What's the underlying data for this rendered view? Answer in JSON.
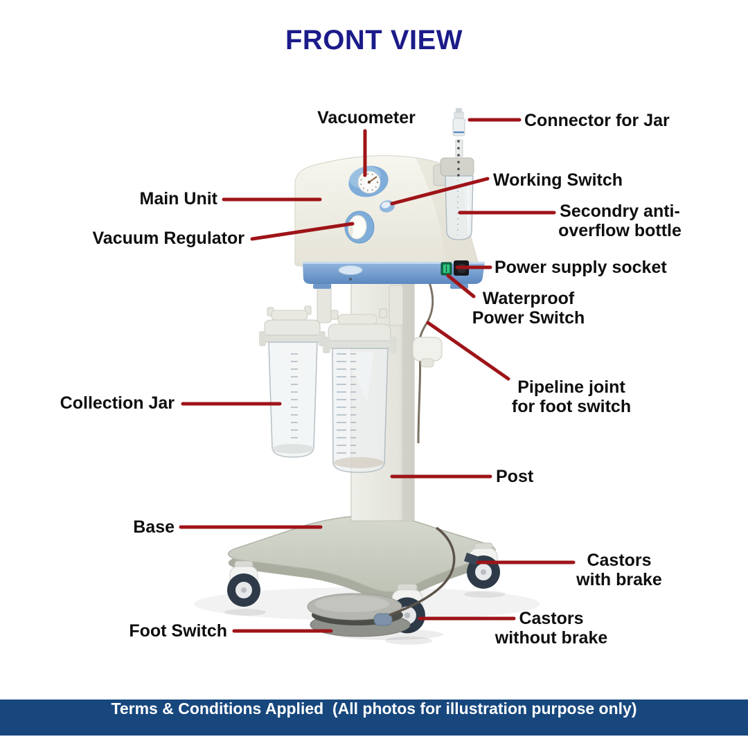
{
  "title": "FRONT VIEW",
  "labels": {
    "vacuometer": {
      "text": "Vacuometer"
    },
    "connector_for_jar": {
      "text": "Connector for Jar"
    },
    "working_switch": {
      "text": "Working Switch"
    },
    "main_unit": {
      "text": "Main Unit"
    },
    "vacuum_regulator": {
      "text": "Vacuum Regulator"
    },
    "secondary_anti_overflow_bottle": {
      "line1": "Secondry anti-",
      "line2": "overflow bottle"
    },
    "power_supply_socket": {
      "text": "Power supply socket"
    },
    "waterproof_power_switch": {
      "line1": "Waterproof",
      "line2": "Power Switch"
    },
    "pipeline_joint": {
      "line1": "Pipeline joint",
      "line2": "for foot switch"
    },
    "post": {
      "text": "Post"
    },
    "collection_jar": {
      "text": "Collection Jar"
    },
    "base": {
      "text": "Base"
    },
    "foot_switch": {
      "text": "Foot Switch"
    },
    "castors_with_brake": {
      "line1": "Castors",
      "line2": "with brake"
    },
    "castors_without_brake": {
      "line1": "Castors",
      "line2": "without brake"
    }
  },
  "footer": {
    "text": "Terms & Conditions Applied  (All photos for illustration purpose only)"
  },
  "colors": {
    "title_navy": "#1b1b8a",
    "leader_line_red": "#9e1418",
    "label_text": "#0e0e0e",
    "footer_bg": "#17477d",
    "footer_text": "#ffffff",
    "machine_blue_accent": "#7fadd9",
    "machine_body_cream": "#f2f1e9"
  }
}
